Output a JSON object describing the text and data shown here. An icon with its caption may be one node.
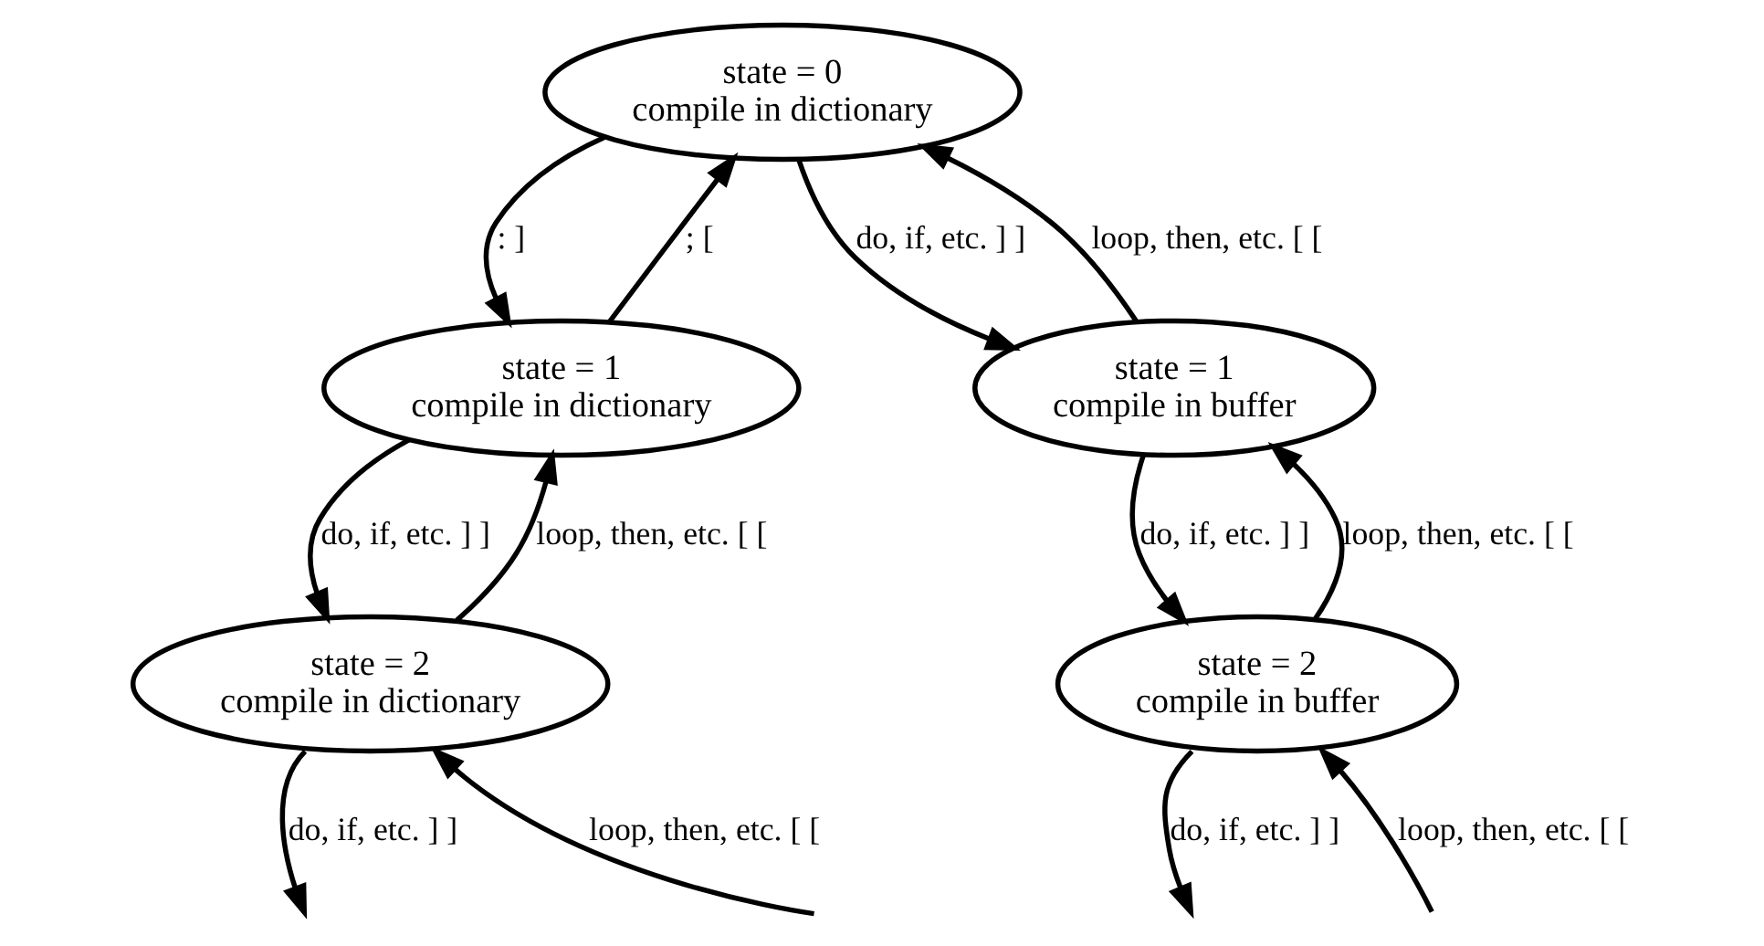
{
  "diagram": {
    "nodes": [
      {
        "text": [
          "state = 0",
          "compile in dictionary"
        ]
      },
      {
        "text": [
          "state = 1",
          "compile in dictionary"
        ]
      },
      {
        "text": [
          "state = 1",
          "compile in buffer"
        ]
      },
      {
        "text": [
          "state = 2",
          "compile in dictionary"
        ]
      },
      {
        "text": [
          "state = 2",
          "compile in buffer"
        ]
      }
    ],
    "edges": [
      {
        "from": 0,
        "to": 1,
        "arrow": "to",
        "label": ": ]"
      },
      {
        "from": 1,
        "to": 0,
        "arrow": "to",
        "label": "; ["
      },
      {
        "from": 0,
        "to": 2,
        "arrow": "to",
        "label": "do, if, etc. ] ]"
      },
      {
        "from": 2,
        "to": 0,
        "arrow": "to",
        "label": "loop, then, etc. [ ["
      },
      {
        "from": 1,
        "to": 3,
        "arrow": "to",
        "label": "do, if, etc. ] ]"
      },
      {
        "from": 3,
        "to": 1,
        "arrow": "to",
        "label": "loop, then, etc. [ ["
      },
      {
        "from": 2,
        "to": 4,
        "arrow": "to",
        "label": "do, if, etc. ] ]"
      },
      {
        "from": 4,
        "to": 2,
        "arrow": "to",
        "label": "loop, then, etc. [ ["
      },
      {
        "from": null,
        "to": 3,
        "arrow": "to",
        "label": "loop, then, etc. [ ["
      },
      {
        "from": 3,
        "to": null,
        "arrow": "to",
        "label": "do, if, etc. ] ]"
      },
      {
        "from": null,
        "to": 4,
        "arrow": "to",
        "label": "loop, then, etc. [ ["
      },
      {
        "from": 4,
        "to": null,
        "arrow": "to",
        "label": "do, if, etc. ] ]"
      }
    ]
  }
}
